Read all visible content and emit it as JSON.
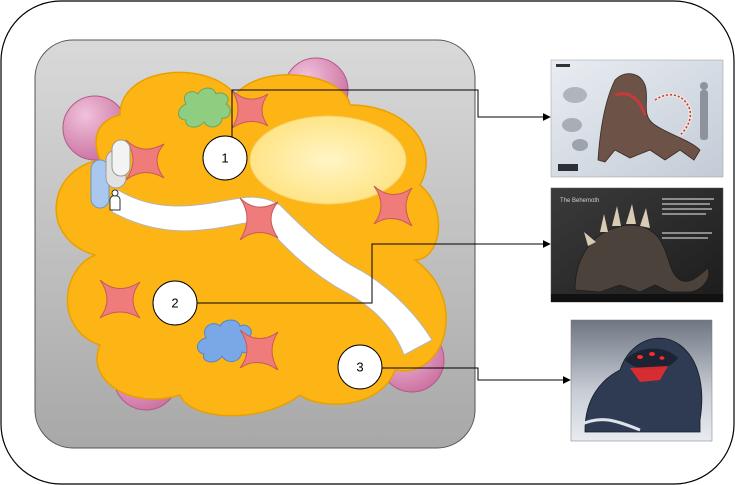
{
  "colors": {
    "outer_border": "#000000",
    "panel_fill": "#d0d0d0",
    "panel_stroke": "#555555",
    "blob_fill": "#fdb515",
    "blob_stroke": "#e8a000",
    "pink_circle": "#c96b9c",
    "star_fill": "#ef7b7b",
    "green_cloud": "#8fce80",
    "blue_cloud": "#7aa7e6",
    "path_fill": "#ffffff",
    "connector": "#000000"
  },
  "markers": [
    {
      "id": "marker-1",
      "label": "1"
    },
    {
      "id": "marker-2",
      "label": "2"
    },
    {
      "id": "marker-3",
      "label": "3"
    }
  ],
  "images": [
    {
      "icon": "creature-concept-sheet",
      "title": "",
      "caption": ""
    },
    {
      "icon": "creature-render-dark",
      "title": "The Behemoth",
      "caption": ""
    },
    {
      "icon": "creature-painting-red-eyes",
      "title": "",
      "caption": ""
    }
  ]
}
